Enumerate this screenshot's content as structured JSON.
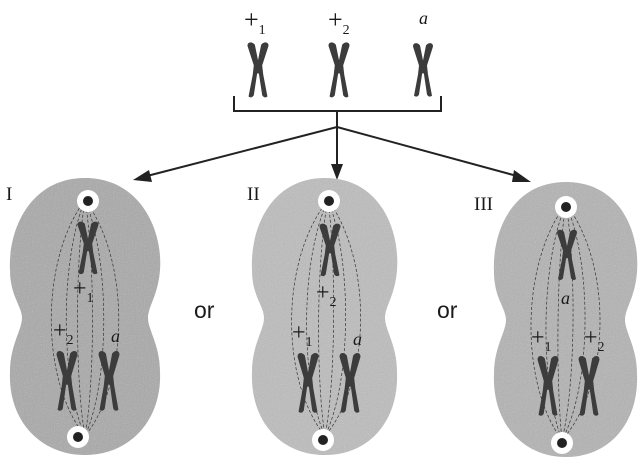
{
  "top": {
    "chromosome_labels": [
      {
        "symbol": "+",
        "sub": "1"
      },
      {
        "symbol": "+",
        "sub": "2"
      },
      {
        "symbol": "a",
        "sub": ""
      }
    ]
  },
  "cells": [
    {
      "numeral": "I",
      "upper_label": {
        "symbol": "+",
        "sub": "1"
      },
      "lower_labels": [
        {
          "symbol": "+",
          "sub": "2"
        },
        {
          "symbol": "a",
          "sub": ""
        }
      ]
    },
    {
      "numeral": "II",
      "upper_label": {
        "symbol": "+",
        "sub": "2"
      },
      "lower_labels": [
        {
          "symbol": "+",
          "sub": "1"
        },
        {
          "symbol": "a",
          "sub": ""
        }
      ]
    },
    {
      "numeral": "III",
      "upper_label": {
        "symbol": "a",
        "sub": ""
      },
      "lower_labels": [
        {
          "symbol": "+",
          "sub": "1"
        },
        {
          "symbol": "+",
          "sub": "2"
        }
      ]
    }
  ],
  "separators": [
    "or",
    "or"
  ],
  "colors": {
    "ink": "#1a1a1a",
    "chromosome": "#3c3c3c",
    "cell_fill": "#a9a9a9",
    "cell_fill_light": "#bdbdbd"
  }
}
